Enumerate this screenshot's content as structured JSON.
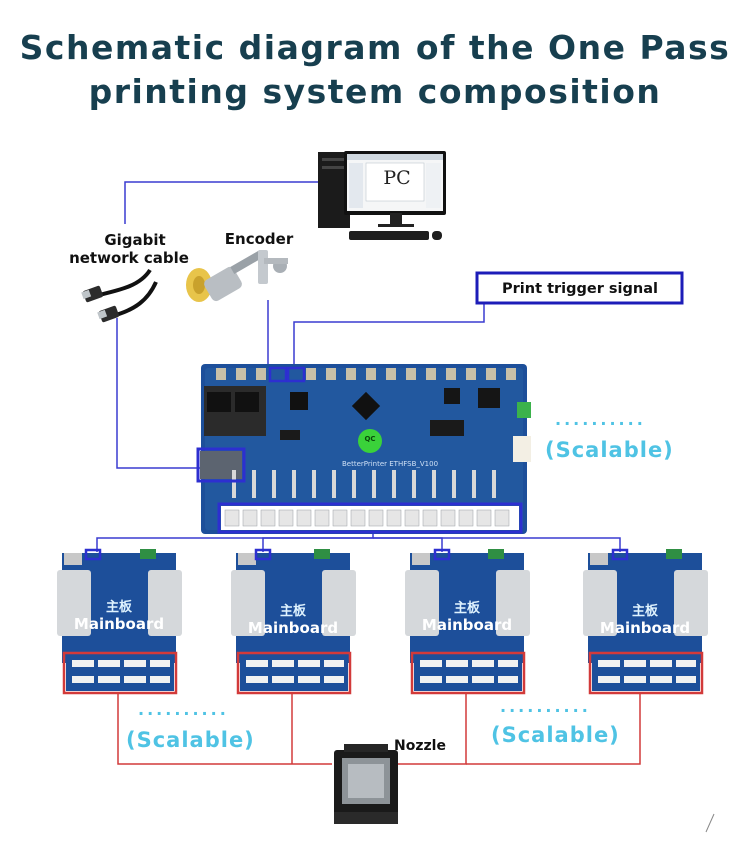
{
  "title": {
    "line1": "Schematic diagram of the One Pass",
    "line2": "printing system composition"
  },
  "labels": {
    "pc": "PC",
    "gigabit_line1": "Gigabit",
    "gigabit_line2": "network cable",
    "encoder": "Encoder",
    "print_trigger": "Print trigger signal",
    "nozzle": "Nozzle",
    "scalable_right": "(Scalable)",
    "scalable_bottom_left": "(Scalable)",
    "scalable_bottom_right": "(Scalable)",
    "dots": "..........",
    "main_board_text": "BetterPrinter ETHFSB_V100",
    "qc_sticker": "QC"
  },
  "mainboards": [
    {
      "cn": "主板",
      "en": "Mainboard"
    },
    {
      "cn": "主板",
      "en": "Mainboard"
    },
    {
      "cn": "主板",
      "en": "Mainboard"
    },
    {
      "cn": "主板",
      "en": "Mainboard"
    }
  ],
  "colors": {
    "title": "#173f4f",
    "blue_line": "#2d2fd0",
    "red_line": "#d23a3a",
    "scalable": "#4fc3e4",
    "board_blue": "#1d4f9a",
    "trigger_box": "#1d1db8"
  }
}
